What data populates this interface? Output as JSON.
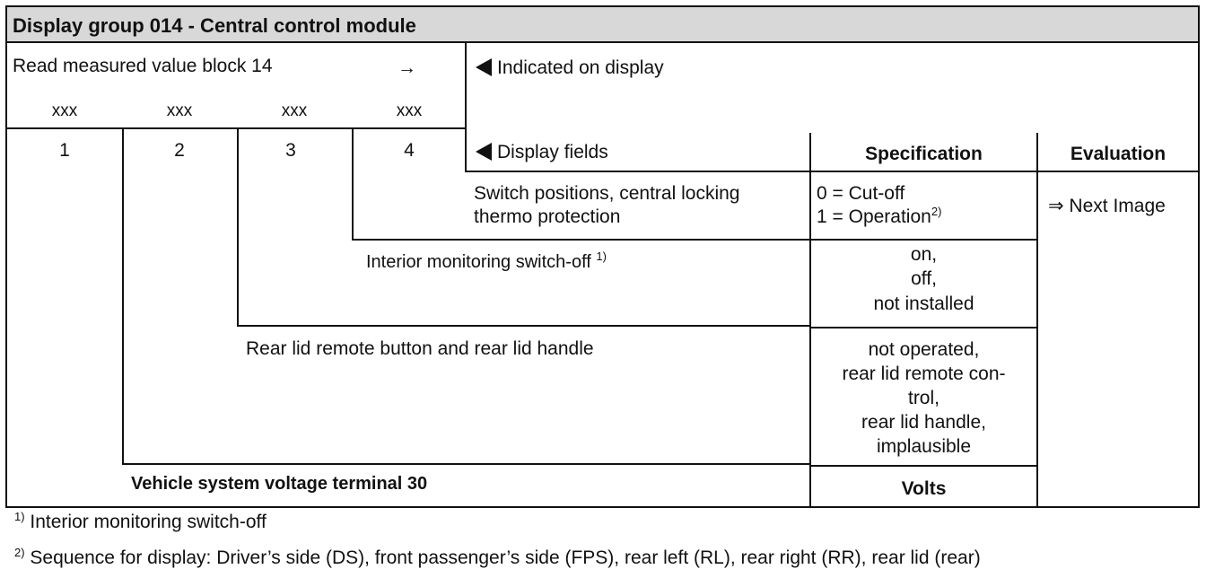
{
  "header": {
    "title": "Display group 014 - Central control module"
  },
  "read_block": {
    "label": "Read measured value block 14",
    "arrow": "→",
    "placeholders": [
      "xxx",
      "xxx",
      "xxx",
      "xxx"
    ]
  },
  "indicated": {
    "label": "Indicated on display"
  },
  "columns": {
    "field_numbers": [
      "1",
      "2",
      "3",
      "4"
    ],
    "display_fields": "Display fields",
    "specification": "Specification",
    "evaluation": "Evaluation"
  },
  "rows": [
    {
      "field": "4",
      "description_lines": [
        "Switch positions, central locking",
        "thermo protection"
      ],
      "spec_lines": [
        "0 = Cut-off",
        "1 = Operation"
      ],
      "spec_sup": "2)",
      "evaluation": "⇒ Next Image"
    },
    {
      "field": "3",
      "description": "Interior monitoring switch-off",
      "description_sup": "1)",
      "spec_lines": [
        "on,",
        "off,",
        "not installed"
      ]
    },
    {
      "field": "2",
      "description": "Rear lid remote button and rear lid handle",
      "spec_lines": [
        "not operated,",
        "rear lid remote con-",
        "trol,",
        "rear lid handle,",
        "implausible"
      ]
    },
    {
      "field": "1",
      "description": "Vehicle system voltage terminal 30",
      "spec": "Volts"
    }
  ],
  "footnotes": [
    {
      "mark": "1)",
      "text": "Interior monitoring switch-off"
    },
    {
      "mark": "2)",
      "text": "Sequence for display:  Driver’s side (DS), front passenger’s side (FPS), rear left (RL), rear right (RR), rear lid (rear)"
    }
  ],
  "icons": {
    "pointer": "left-pointing-triangle-icon",
    "next": "double-arrow-right-icon"
  }
}
